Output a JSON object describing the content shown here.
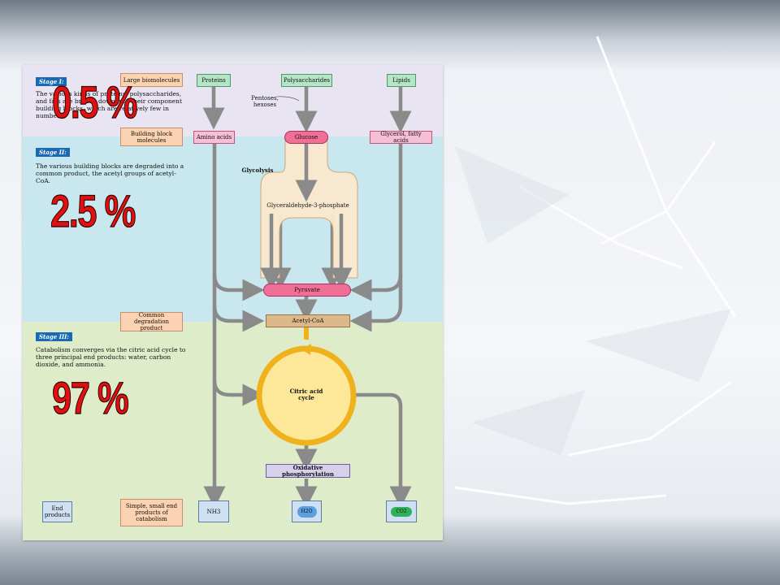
{
  "stages": {
    "stage1": {
      "tag": "Stage I:",
      "text": "The various kinds of proteins, polysaccharides, and fats are broken down into their component building blocks, which are relatively few in number."
    },
    "stage2": {
      "tag": "Stage II:",
      "text": "The various building blocks are degraded into a common product, the acetyl groups of acetyl-CoA."
    },
    "stage3": {
      "tag": "Stage III:",
      "text": "Catabolism converges via the citric acid cycle to three principal end products: water, carbon dioxide, and ammonia."
    }
  },
  "side_labels": {
    "large_biomolecules": "Large biomolecules",
    "building_block_molecules": "Building block molecules",
    "common_degradation_product": "Common degradation product",
    "end_products": "End products",
    "simple_small": "Simple, small end products of catabolism"
  },
  "nodes": {
    "proteins": "Proteins",
    "polysaccharides": "Polysaccharides",
    "lipids": "Lipids",
    "pentoses": "Pentoses, hexoses",
    "amino_acids": "Amino acids",
    "glucose": "Glucose",
    "glycerol": "Glycerol, fatty acids",
    "glycolysis": "Glycolysis",
    "g3p": "Glyceraldehyde-3-phosphate",
    "pyruvate": "Pyruvate",
    "acetyl_coa": "Acetyl-CoA",
    "citric": "Citric acid cycle",
    "oxphos": "Oxidative phosphorylation",
    "nh3": "NH3",
    "h2o": "H2O",
    "co2": "CO2"
  },
  "percentages": {
    "stage1": "0.5 %",
    "stage2": "2.5 %",
    "stage3": "97 %"
  },
  "colors": {
    "stage1_band": "#e8e4f2",
    "stage2_band": "#c8e7ee",
    "stage3_band": "#dfecc9",
    "arrow": "#8a8a8a",
    "cycle": "#f0b21c",
    "percent_text": "#e01010",
    "stage_tag": "#1a6ab3"
  }
}
